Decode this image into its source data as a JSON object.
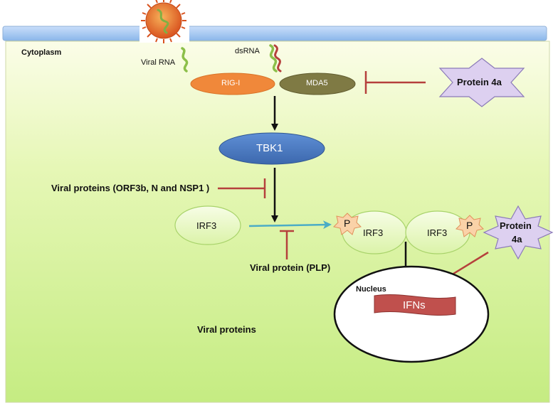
{
  "compartments": {
    "cytoplasm": "Cytoplasm",
    "nucleus": "Nucleus"
  },
  "rna": {
    "viral_rna": "Viral RNA",
    "dsrna": "dsRNA"
  },
  "nodes": {
    "rig_i": "RIG-I",
    "mda5": "MDA5",
    "tbk1": "TBK1",
    "irf3_single": "IRF3",
    "irf3_left": "IRF3",
    "irf3_right": "IRF3",
    "phospho_left": "P",
    "phospho_right": "P",
    "ifns": "IFNs"
  },
  "inhibitors": {
    "protein_4a_top": "Protein 4a",
    "protein_4a_right_line1": "Protein",
    "protein_4a_right_line2": "4a",
    "viral_proteins_orf": "Viral proteins (ORF3b, N  and NSP1 )",
    "viral_protein_plp": "Viral protein (PLP)",
    "viral_proteins": "Viral proteins"
  },
  "colors": {
    "cytoplasm_top": "#fbfde8",
    "cytoplasm_bottom": "#c8ee86",
    "membrane": "#9cc3ef",
    "rig_i": "#f0883a",
    "mda5": "#7f7a44",
    "tbk1": "#4d7cc4",
    "irf3": "#e6f7bf",
    "protein_4a": "#ddd0f0",
    "phospho": "#fad2a8",
    "ifns": "#c0504d",
    "inhibit_line": "#b5403c",
    "activate_arrow": "#4bacc6"
  }
}
